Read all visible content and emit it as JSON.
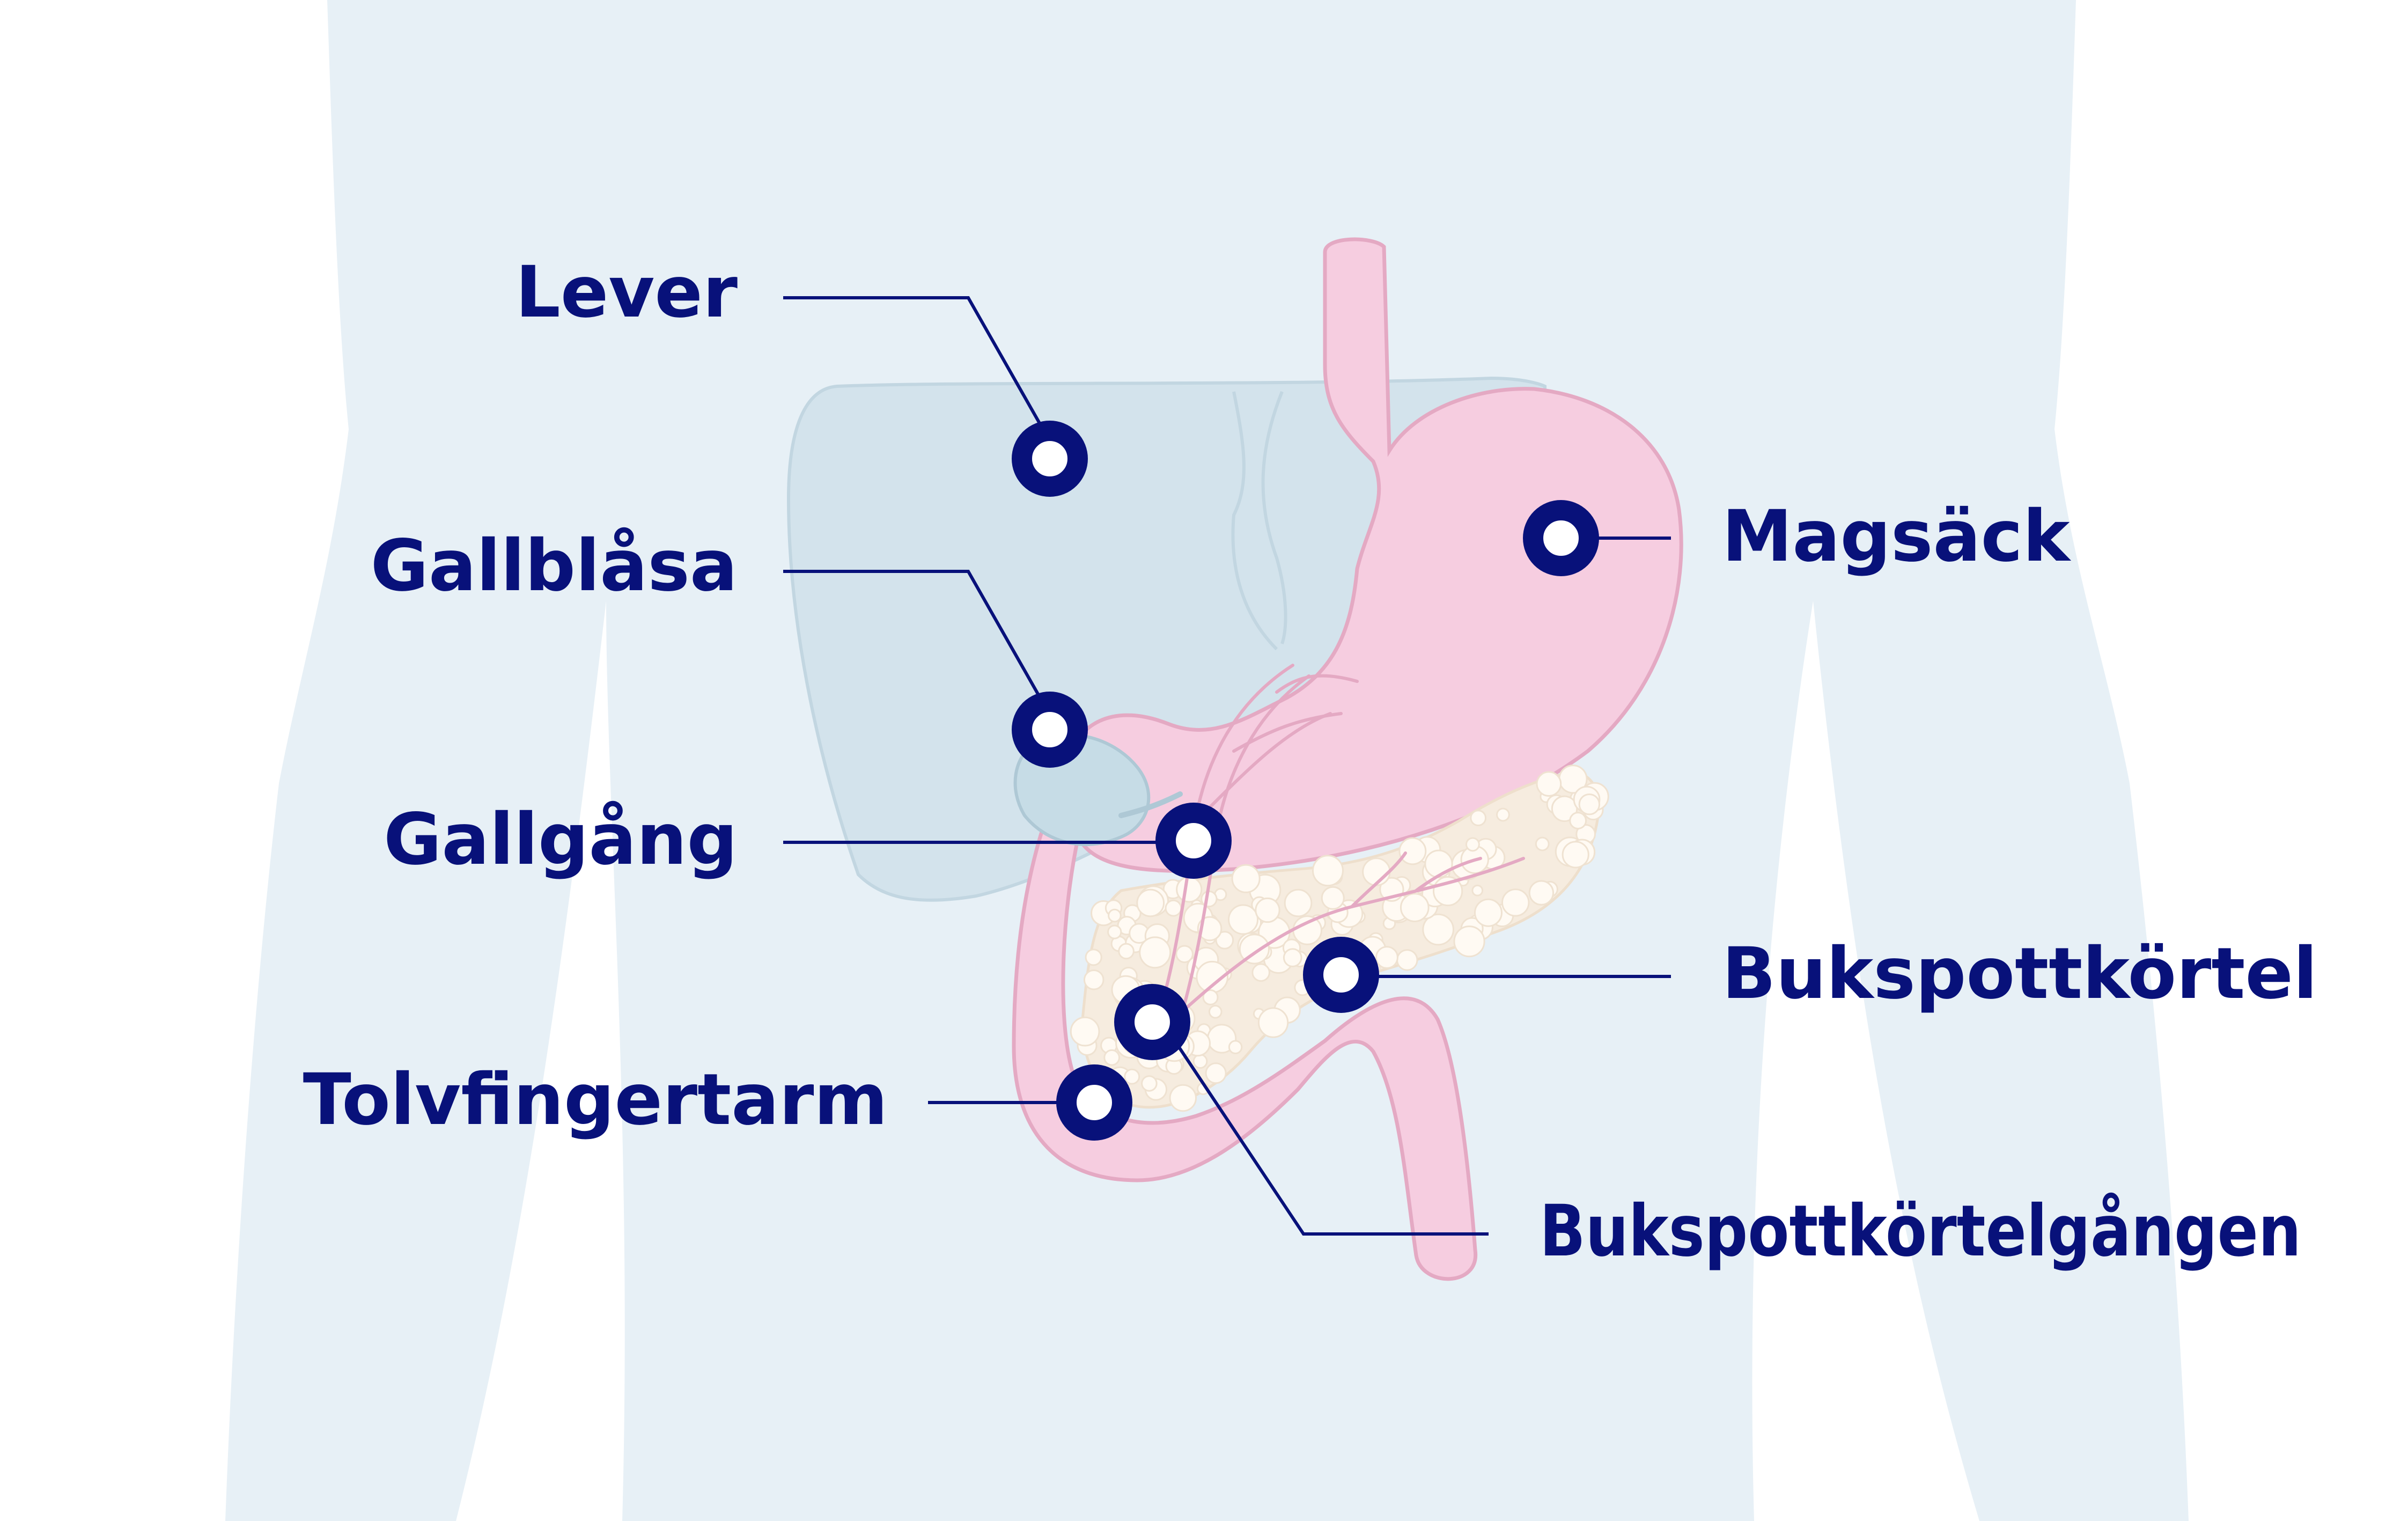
{
  "colors": {
    "background": "#ffffff",
    "body": "#e7f0f6",
    "liver_fill": "#d3e3ec",
    "liver_stroke": "#c2d6e1",
    "stomach_fill": "#f6cde0",
    "stomach_stroke": "#e4a9c3",
    "pancreas_fill": "#f6ecdf",
    "pancreas_dots": "#fffaf3",
    "ink": "#08117a"
  },
  "labels": {
    "liver": "Lever",
    "gallbladder": "Gallblåsa",
    "bile_duct": "Gallgång",
    "duodenum": "Tolvfingertarm",
    "stomach": "Magsäck",
    "pancreas": "Bukspottkörtel",
    "pancreatic_duct": "Bukspottkörtelgången"
  },
  "markers": [
    {
      "id": "liver",
      "icon": "ring-marker-icon"
    },
    {
      "id": "gallbladder",
      "icon": "ring-marker-icon"
    },
    {
      "id": "bile_duct",
      "icon": "ring-marker-icon"
    },
    {
      "id": "duodenum",
      "icon": "ring-marker-icon"
    },
    {
      "id": "stomach",
      "icon": "ring-marker-icon"
    },
    {
      "id": "pancreas",
      "icon": "ring-marker-icon"
    },
    {
      "id": "pancreatic_duct",
      "icon": "ring-marker-icon"
    }
  ]
}
